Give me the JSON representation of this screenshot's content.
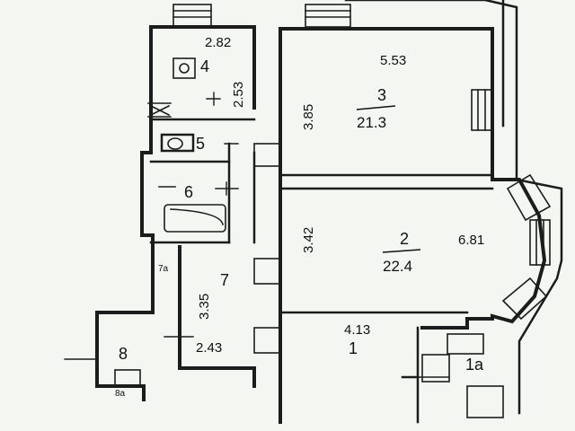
{
  "rooms": {
    "r1": {
      "number": "1"
    },
    "r1a": {
      "number": "1a"
    },
    "r2": {
      "number": "2",
      "area": "22.4"
    },
    "r3": {
      "number": "3",
      "area": "21.3"
    },
    "r4": {
      "number": "4"
    },
    "r5": {
      "number": "5"
    },
    "r6": {
      "number": "6"
    },
    "r7": {
      "number": "7"
    },
    "r7a": {
      "number": "7a"
    },
    "r8": {
      "number": "8"
    },
    "r8a": {
      "number": "8a"
    }
  },
  "dimensions": {
    "d282": "2.82",
    "d253": "2.53",
    "d553": "5.53",
    "d385": "3.85",
    "d342": "3.42",
    "d681": "6.81",
    "d335": "3.35",
    "d243": "2.43",
    "d413": "4.13"
  },
  "colors": {
    "wall": "#1c1c1c",
    "background": "#f4f6f2"
  }
}
